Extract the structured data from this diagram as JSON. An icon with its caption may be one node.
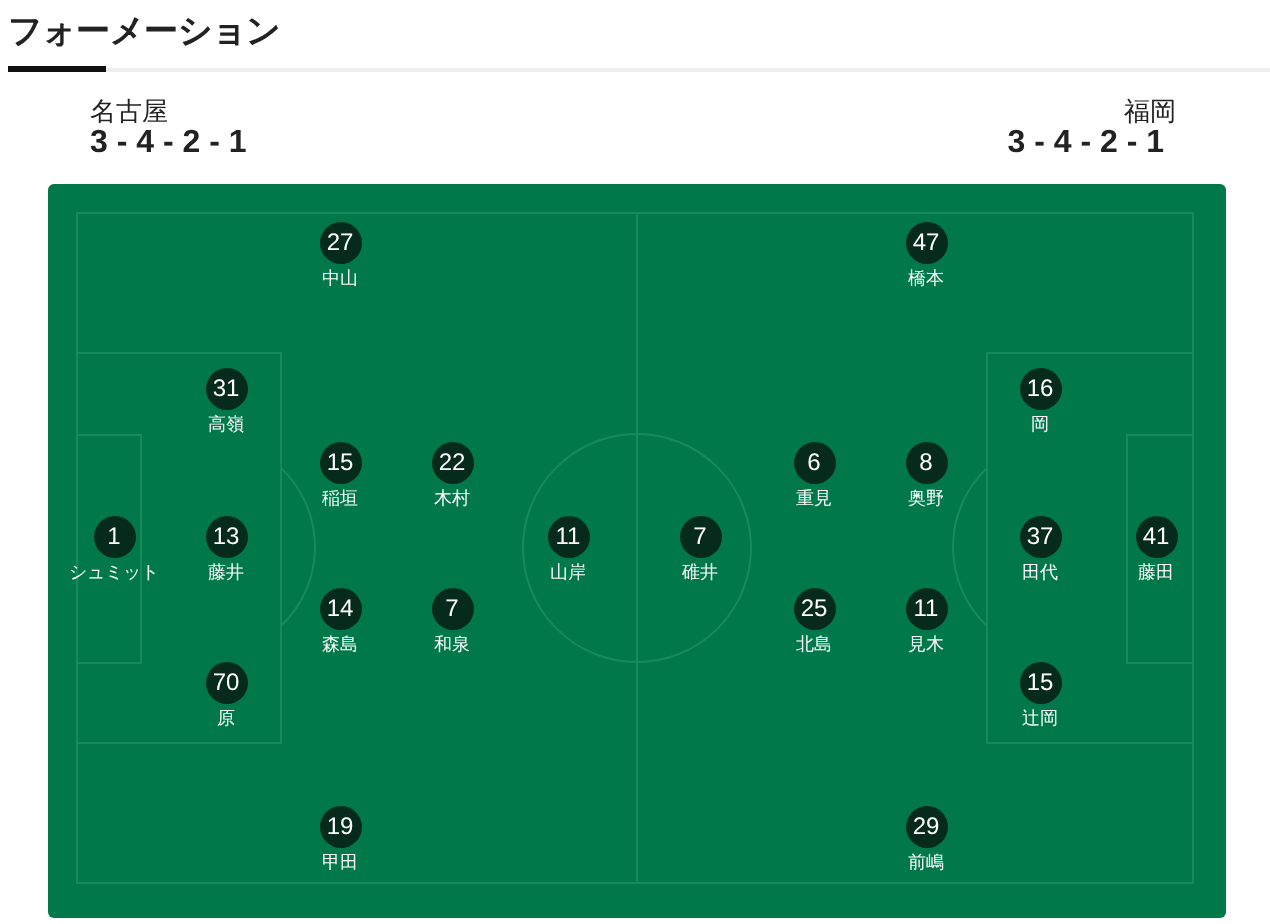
{
  "diagram": {
    "title": "フォーメーション",
    "nodes": [
      {
        "text": [
          "1"
        ],
        "beside": [
          "シュミット"
        ]
      },
      {
        "text": [
          "31"
        ],
        "beside": [
          "高嶺"
        ]
      },
      {
        "text": [
          "13"
        ],
        "beside": [
          "藤井"
        ]
      },
      {
        "text": [
          "70"
        ],
        "beside": [
          "原"
        ]
      },
      {
        "text": [
          "27"
        ],
        "beside": [
          "中山"
        ]
      },
      {
        "text": [
          "15"
        ],
        "beside": [
          "稲垣"
        ]
      },
      {
        "text": [
          "14"
        ],
        "beside": [
          "森島"
        ]
      },
      {
        "text": [
          "19"
        ],
        "beside": [
          "甲田"
        ]
      },
      {
        "text": [
          "22"
        ],
        "beside": [
          "木村"
        ]
      },
      {
        "text": [
          "7"
        ],
        "beside": [
          "和泉"
        ]
      },
      {
        "text": [
          "11"
        ],
        "beside": [
          "山岸"
        ]
      },
      {
        "text": [
          "7"
        ],
        "beside": [
          "碓井"
        ]
      },
      {
        "text": [
          "6"
        ],
        "beside": [
          "重見"
        ]
      },
      {
        "text": [
          "25"
        ],
        "beside": [
          "北島"
        ]
      },
      {
        "text": [
          "47"
        ],
        "beside": [
          "橋本"
        ]
      },
      {
        "text": [
          "8"
        ],
        "beside": [
          "奥野"
        ]
      },
      {
        "text": [
          "11"
        ],
        "beside": [
          "見木"
        ]
      },
      {
        "text": [
          "29"
        ],
        "beside": [
          "前嶋"
        ]
      },
      {
        "text": [
          "16"
        ],
        "beside": [
          "岡"
        ]
      },
      {
        "text": [
          "37"
        ],
        "beside": [
          "田代"
        ]
      },
      {
        "text": [
          "15"
        ],
        "beside": [
          "辻岡"
        ]
      },
      {
        "text": [
          "41"
        ],
        "beside": [
          "藤田"
        ]
      }
    ],
    "labels": [
      "名古屋",
      "3 - 4 - 2 - 1",
      "福岡",
      "3 - 4 - 2 - 1"
    ]
  }
}
